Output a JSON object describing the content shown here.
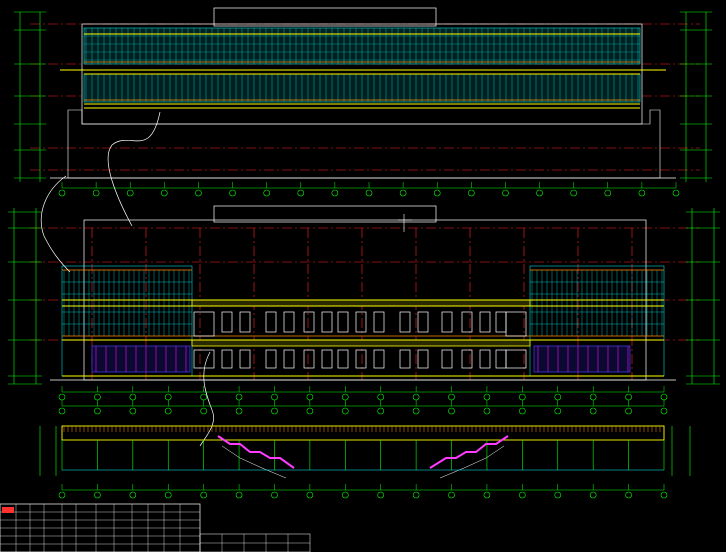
{
  "drawing": {
    "title": "",
    "scale": "",
    "colors": {
      "background": "#000000",
      "axis": "#00ff00",
      "grid": "#ff2020",
      "facade_line": "#ffff00",
      "detail_cyan": "#00ffff",
      "outline_white": "#ffffff",
      "window_blue": "#4040ff",
      "window_magenta": "#ff00ff",
      "railing_orange": "#ff8c00",
      "stair_magenta": "#ff3cff"
    },
    "views": [
      {
        "id": "elevation-top",
        "name": ""
      },
      {
        "id": "elevation-middle",
        "name": ""
      },
      {
        "id": "section-bottom",
        "name": ""
      }
    ],
    "title_block": {
      "rows": 6,
      "columns": 14
    }
  }
}
